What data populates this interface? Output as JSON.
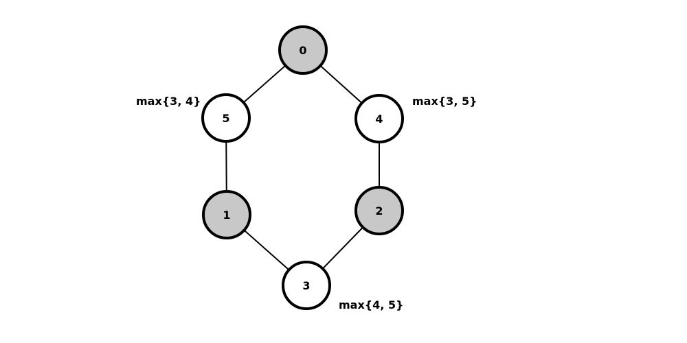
{
  "graph": {
    "nodes": [
      {
        "id": "0",
        "label": "0",
        "shaded": true
      },
      {
        "id": "5",
        "label": "5",
        "shaded": false
      },
      {
        "id": "4",
        "label": "4",
        "shaded": false
      },
      {
        "id": "1",
        "label": "1",
        "shaded": true
      },
      {
        "id": "2",
        "label": "2",
        "shaded": true
      },
      {
        "id": "3",
        "label": "3",
        "shaded": false
      }
    ],
    "edges": [
      {
        "from": "0",
        "to": "5"
      },
      {
        "from": "0",
        "to": "4"
      },
      {
        "from": "5",
        "to": "1"
      },
      {
        "from": "4",
        "to": "2"
      },
      {
        "from": "1",
        "to": "3"
      },
      {
        "from": "2",
        "to": "3"
      }
    ],
    "annotations": [
      {
        "node": "5",
        "text": "max{3, 4}"
      },
      {
        "node": "4",
        "text": "max{3, 5}"
      },
      {
        "node": "3",
        "text": "max{4, 5}"
      }
    ]
  },
  "colors": {
    "shaded_fill": "#c8c8c8",
    "plain_fill": "#ffffff",
    "stroke": "#000000"
  }
}
